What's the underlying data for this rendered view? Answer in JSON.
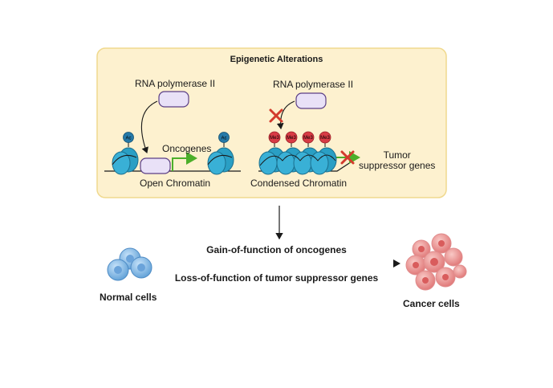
{
  "panel": {
    "title": "Epigenetic Alterations",
    "left": {
      "polymerase_label": "RNA polymerase II",
      "gene_label": "Oncogenes",
      "chromatin_label": "Open Chromatin",
      "mark_label": "Ac"
    },
    "right": {
      "polymerase_label": "RNA polymerase II",
      "gene_label": "Tumor\nsuppressor genes",
      "gene_label_line1": "Tumor",
      "gene_label_line2": "suppressor genes",
      "chromatin_label": "Condensed Chromatin",
      "mark_label": "Me3"
    }
  },
  "outcome": {
    "gain_label": "Gain-of-function of oncogenes",
    "loss_label": "Loss-of-function of tumor suppressor genes"
  },
  "cells": {
    "normal_label": "Normal cells",
    "cancer_label": "Cancer cells"
  },
  "colors": {
    "panel_fill": "#fdf1cf",
    "panel_border": "#f0d98e",
    "nucleosome": "#2a9fc4",
    "nucleosome_dark": "#1b6f8e",
    "polymerase_fill": "#e9e1f7",
    "polymerase_border": "#5b3f86",
    "acetyl": "#2579a8",
    "methyl": "#d83b45",
    "green_arrow": "#4caf2a",
    "block_x": "#d33a2c",
    "normal_cell": "#7cb5e4",
    "cancer_cell": "#ec9a9a"
  }
}
